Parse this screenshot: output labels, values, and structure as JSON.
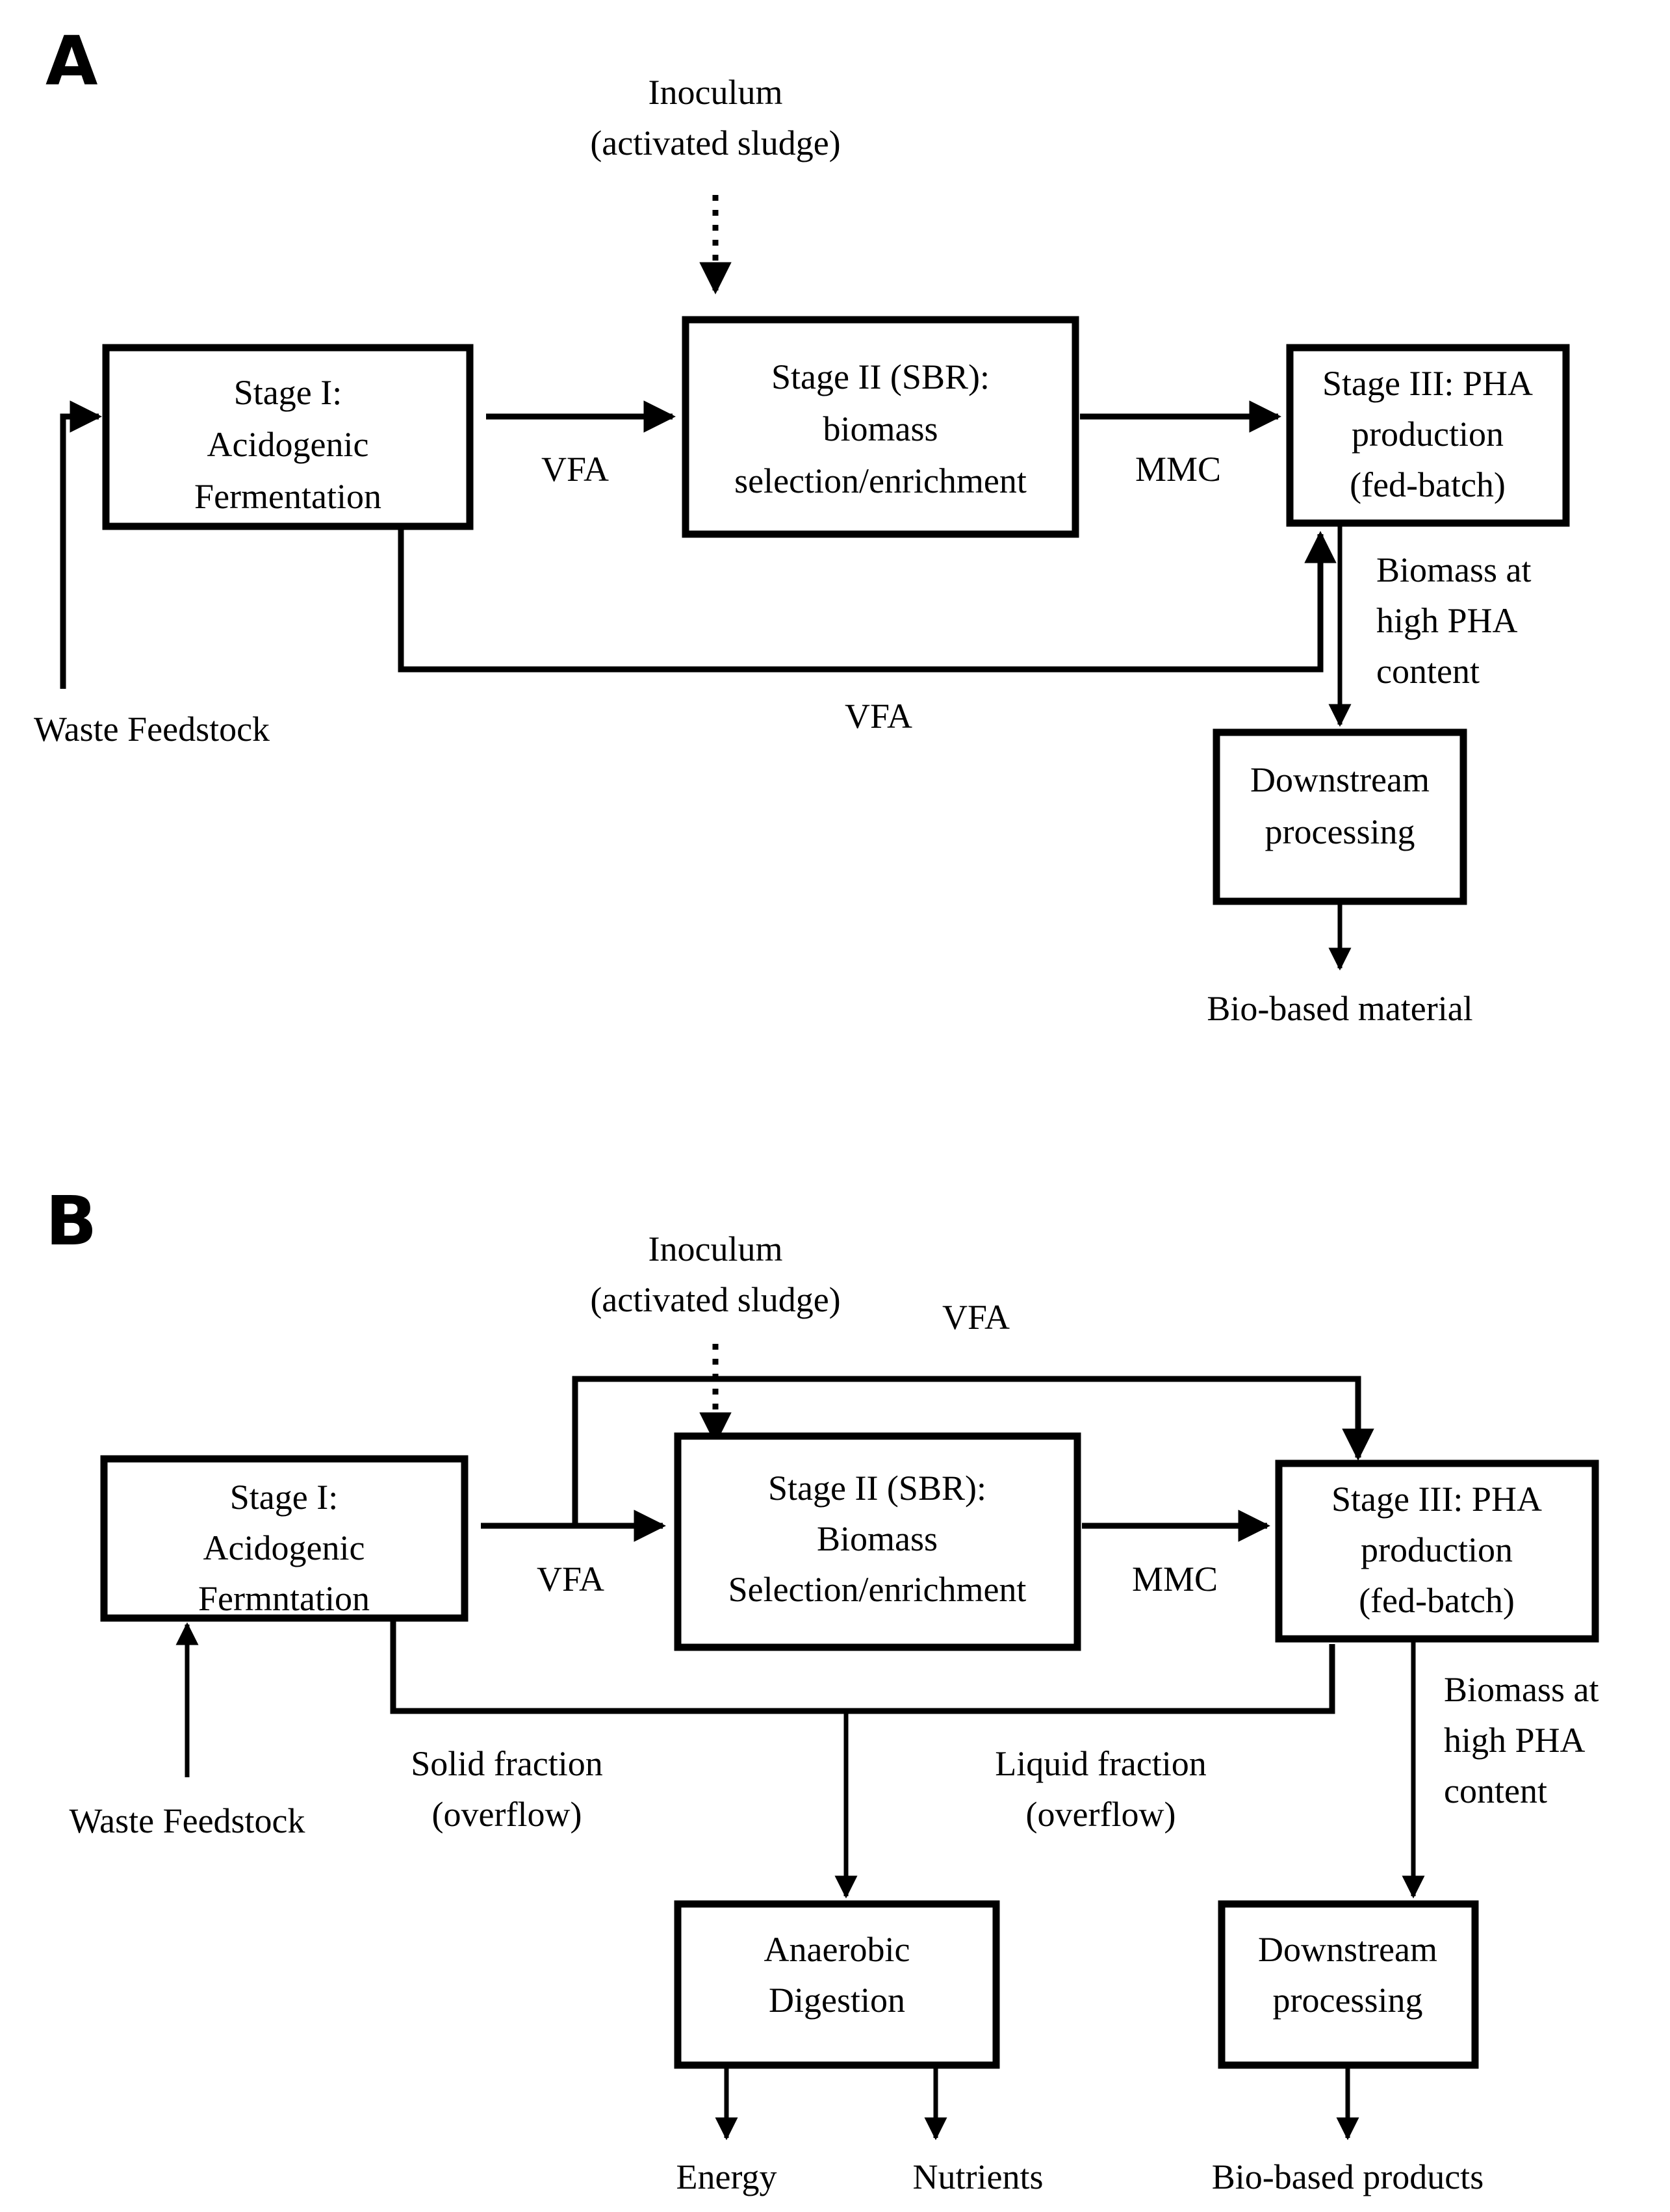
{
  "figure": {
    "title": "Two-panel schematic of mixed microbial culture PHA production process flows",
    "background_color": "#ffffff",
    "line_color": "#000000"
  },
  "panels": [
    {
      "id": "A",
      "letter": "A",
      "boxes": [
        {
          "id": "a-stage1",
          "lines": [
            "Stage I:",
            "Acidogenic",
            "Fermentation"
          ]
        },
        {
          "id": "a-stage2",
          "lines": [
            "Stage II (SBR):",
            "biomass",
            "selection/enrichment"
          ]
        },
        {
          "id": "a-stage3",
          "lines": [
            "Stage III: PHA",
            "production",
            "(fed-batch)"
          ]
        },
        {
          "id": "a-downstream",
          "lines": [
            "Downstream",
            "processing"
          ]
        }
      ],
      "labels": [
        {
          "id": "a-inoculum",
          "lines": [
            "Inoculum",
            "(activated sludge)"
          ]
        },
        {
          "id": "a-vfa-1",
          "lines": [
            "VFA"
          ]
        },
        {
          "id": "a-mmc",
          "lines": [
            "MMC"
          ]
        },
        {
          "id": "a-vfa-bypass",
          "lines": [
            "VFA"
          ]
        },
        {
          "id": "a-waste-feedstock",
          "lines": [
            "Waste Feedstock"
          ]
        },
        {
          "id": "a-biomass",
          "lines": [
            "Biomass at",
            "high PHA",
            "content"
          ]
        },
        {
          "id": "a-product",
          "lines": [
            "Bio-based material"
          ]
        }
      ]
    },
    {
      "id": "B",
      "letter": "B",
      "boxes": [
        {
          "id": "b-stage1",
          "lines": [
            "Stage I:",
            "Acidogenic",
            "Fermntation"
          ]
        },
        {
          "id": "b-stage2",
          "lines": [
            "Stage II (SBR):",
            "Biomass",
            "Selection/enrichment"
          ]
        },
        {
          "id": "b-stage3",
          "lines": [
            "Stage III: PHA",
            "production",
            "(fed-batch)"
          ]
        },
        {
          "id": "b-anaerobic",
          "lines": [
            "Anaerobic",
            "Digestion"
          ]
        },
        {
          "id": "b-downstream",
          "lines": [
            "Downstream",
            "processing"
          ]
        }
      ],
      "labels": [
        {
          "id": "b-inoculum",
          "lines": [
            "Inoculum",
            "(activated sludge)"
          ]
        },
        {
          "id": "b-vfa-top",
          "lines": [
            "VFA"
          ]
        },
        {
          "id": "b-vfa-1",
          "lines": [
            "VFA"
          ]
        },
        {
          "id": "b-mmc",
          "lines": [
            "MMC"
          ]
        },
        {
          "id": "b-waste-feedstock",
          "lines": [
            "Waste Feedstock"
          ]
        },
        {
          "id": "b-solid-fraction",
          "lines": [
            "Solid fraction",
            "(overflow)"
          ]
        },
        {
          "id": "b-liquid-fraction",
          "lines": [
            "Liquid fraction",
            "(overflow)"
          ]
        },
        {
          "id": "b-biomass",
          "lines": [
            "Biomass at",
            "high PHA",
            "content"
          ]
        },
        {
          "id": "b-energy",
          "lines": [
            "Energy"
          ]
        },
        {
          "id": "b-nutrients",
          "lines": [
            "Nutrients"
          ]
        },
        {
          "id": "b-product",
          "lines": [
            "Bio-based products"
          ]
        }
      ]
    }
  ],
  "text": {
    "panel_a_letter": "A",
    "panel_b_letter": "B",
    "a_inoculum_1": "Inoculum",
    "a_inoculum_2": "(activated sludge)",
    "a_stage1_1": "Stage I:",
    "a_stage1_2": "Acidogenic",
    "a_stage1_3": "Fermentation",
    "a_stage2_1": "Stage II (SBR):",
    "a_stage2_2": "biomass",
    "a_stage2_3": "selection/enrichment",
    "a_stage3_1": "Stage III: PHA",
    "a_stage3_2": "production",
    "a_stage3_3": "(fed-batch)",
    "a_vfa_1": "VFA",
    "a_mmc": "MMC",
    "a_vfa_bypass": "VFA",
    "a_waste_feedstock": "Waste Feedstock",
    "a_biomass_1": "Biomass at",
    "a_biomass_2": "high PHA",
    "a_biomass_3": "content",
    "a_downstream_1": "Downstream",
    "a_downstream_2": "processing",
    "a_product": "Bio-based material",
    "b_inoculum_1": "Inoculum",
    "b_inoculum_2": "(activated sludge)",
    "b_vfa_top": "VFA",
    "b_stage1_1": "Stage I:",
    "b_stage1_2": "Acidogenic",
    "b_stage1_3": "Fermntation",
    "b_stage2_1": "Stage II (SBR):",
    "b_stage2_2": "Biomass",
    "b_stage2_3": "Selection/enrichment",
    "b_stage3_1": "Stage III: PHA",
    "b_stage3_2": "production",
    "b_stage3_3": "(fed-batch)",
    "b_vfa_1": "VFA",
    "b_mmc": "MMC",
    "b_waste_feedstock": "Waste Feedstock",
    "b_solid_1": "Solid fraction",
    "b_solid_2": "(overflow)",
    "b_liquid_1": "Liquid fraction",
    "b_liquid_2": "(overflow)",
    "b_biomass_1": "Biomass at",
    "b_biomass_2": "high PHA",
    "b_biomass_3": "content",
    "b_anaerobic_1": "Anaerobic",
    "b_anaerobic_2": "Digestion",
    "b_downstream_1": "Downstream",
    "b_downstream_2": "processing",
    "b_energy": "Energy",
    "b_nutrients": "Nutrients",
    "b_product": "Bio-based products"
  }
}
